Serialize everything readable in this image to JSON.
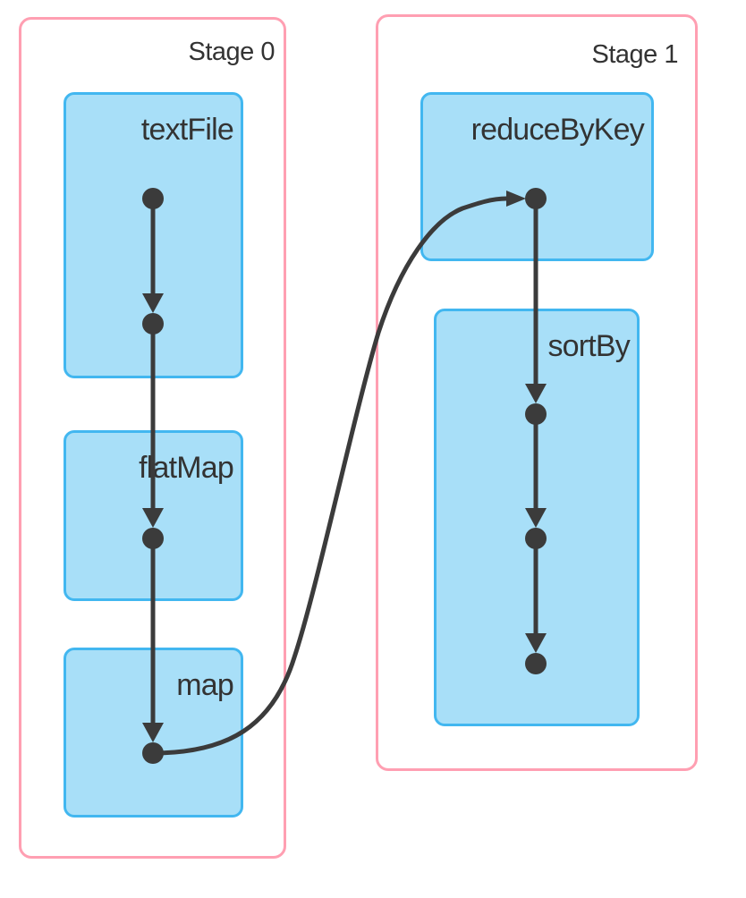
{
  "diagram": {
    "type": "spark-dag",
    "stages": [
      {
        "label": "Stage 0",
        "operations": [
          {
            "label": "textFile",
            "rdd_dots": 2
          },
          {
            "label": "flatMap",
            "rdd_dots": 1
          },
          {
            "label": "map",
            "rdd_dots": 1
          }
        ]
      },
      {
        "label": "Stage 1",
        "operations": [
          {
            "label": "reduceByKey",
            "rdd_dots": 1
          },
          {
            "label": "sortBy",
            "rdd_dots": 3
          }
        ]
      }
    ],
    "edges": [
      {
        "from": "textFile dot 1",
        "to": "textFile dot 2",
        "shape": "straight-down"
      },
      {
        "from": "textFile dot 2",
        "to": "flatMap dot",
        "shape": "straight-down"
      },
      {
        "from": "flatMap dot",
        "to": "map dot",
        "shape": "straight-down"
      },
      {
        "from": "map dot",
        "to": "reduceByKey dot",
        "shape": "curved-shuffle"
      },
      {
        "from": "reduceByKey dot",
        "to": "sortBy dot 1",
        "shape": "straight-down"
      },
      {
        "from": "sortBy dot 1",
        "to": "sortBy dot 2",
        "shape": "straight-down"
      },
      {
        "from": "sortBy dot 2",
        "to": "sortBy dot 3",
        "shape": "straight-down"
      }
    ],
    "colors": {
      "stage_border": "#ff9fb2",
      "operation_border": "#42b7f0",
      "operation_fill": "#a8dff8",
      "edge": "#3b3b3b",
      "dot": "#3b3b3b",
      "text": "#333333",
      "background": "#ffffff"
    }
  }
}
